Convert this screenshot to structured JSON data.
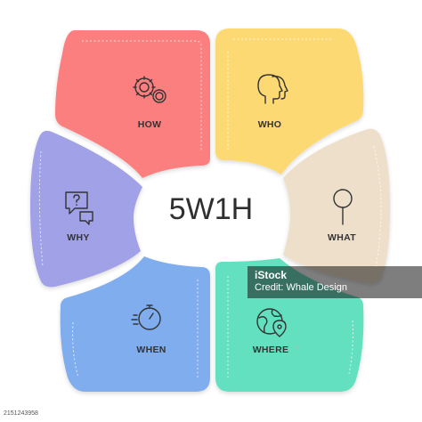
{
  "title": "5W1H",
  "segments": [
    {
      "key": "how",
      "label": "HOW",
      "color": "#fb7f7f",
      "icon": "gears-icon"
    },
    {
      "key": "who",
      "label": "WHO",
      "color": "#fdd973",
      "icon": "head-profile-icon"
    },
    {
      "key": "what",
      "label": "WHAT",
      "color": "#eddfc9",
      "icon": "magnifier-icon"
    },
    {
      "key": "where",
      "label": "WHERE",
      "color": "#63e0bf",
      "icon": "globe-pin-icon"
    },
    {
      "key": "when",
      "label": "WHEN",
      "color": "#7fadee",
      "icon": "stopwatch-icon"
    },
    {
      "key": "why",
      "label": "WHY",
      "color": "#a1a1e8",
      "icon": "question-chat-icon"
    }
  ],
  "watermark": {
    "brand": "iStock",
    "credit": "Credit: Whale Design"
  },
  "stock_id": "2151243958"
}
